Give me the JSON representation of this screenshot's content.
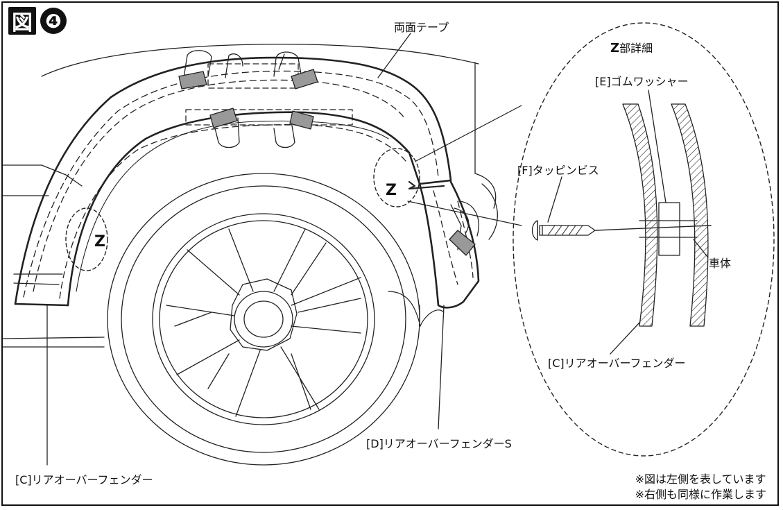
{
  "figure": {
    "label_box": "図",
    "number": "❹"
  },
  "labels": {
    "double_sided_tape": "両面テープ",
    "z_detail_letter": "Z",
    "z_detail_suffix": "部詳細",
    "rubber_washer": "[E]ゴムワッシャー",
    "tapping_screw": "[F]タッピンビス",
    "car_body": "車体",
    "rear_over_fender_detail": "[C]リアオーバーフェンダー",
    "rear_over_fender_s": "[D]リアオーバーフェンダーS",
    "rear_over_fender_main": "[C]リアオーバーフェンダー",
    "z_mark_1": "Z",
    "z_mark_2": "Z"
  },
  "notes": {
    "line1": "※図は左側を表しています",
    "line2": "※右側も同様に作業します"
  }
}
